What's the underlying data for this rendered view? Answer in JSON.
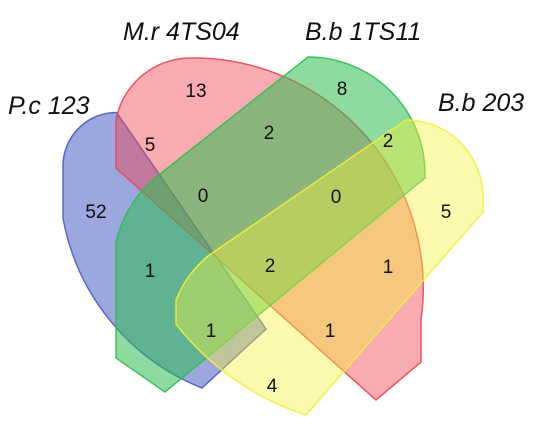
{
  "sets": [
    {
      "label": "P.c 123",
      "color": "#4a5cc4"
    },
    {
      "label": "M.r 4TS04",
      "color": "#f0454f"
    },
    {
      "label": "B.b 1TS11",
      "color": "#2fbd52"
    },
    {
      "label": "B.b 203",
      "color": "#f2f03c"
    }
  ],
  "regions": {
    "pc_only": "52",
    "mr_only": "13",
    "bb1_only": "8",
    "bb203_only": "5",
    "pc_mr": "5",
    "mr_bb1": "2",
    "bb1_bb203": "2",
    "pc_bb1": "1",
    "mr_bb203": "1",
    "pc_mr_bb1": "0",
    "mr_bb1_bb203": "0",
    "all_four": "2",
    "pc_bb1_bb203": "1",
    "pc_mr_bb203": "1",
    "pc_bb203": "4"
  }
}
